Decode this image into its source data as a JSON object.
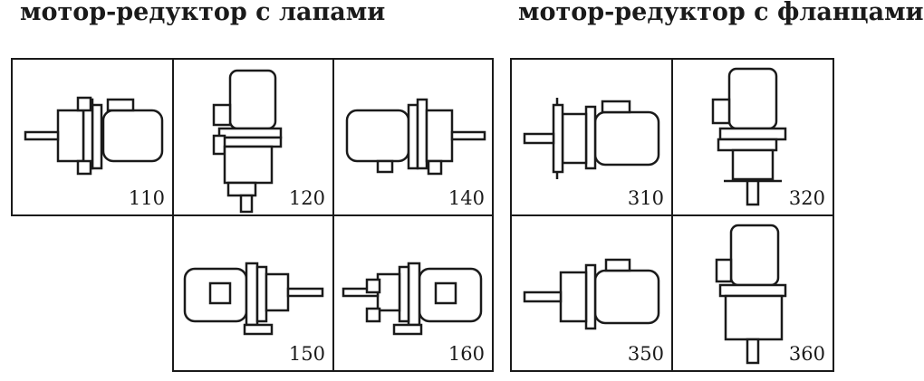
{
  "titles": {
    "paws": "мотор-редуктор с лапами",
    "flanges": "мотор-редуктор с фланцами"
  },
  "groups": [
    {
      "name": "paws",
      "variants": [
        {
          "code": "110",
          "icon": "foot-mount-horizontal-icon"
        },
        {
          "code": "120",
          "icon": "foot-mount-vertical-icon"
        },
        {
          "code": "140",
          "icon": "foot-mount-horizontal-mirrored-icon"
        },
        {
          "code": "150",
          "icon": "foot-mount-motor-left-icon"
        },
        {
          "code": "160",
          "icon": "foot-mount-motor-right-icon"
        }
      ]
    },
    {
      "name": "flanges",
      "variants": [
        {
          "code": "310",
          "icon": "flange-mount-horizontal-icon"
        },
        {
          "code": "320",
          "icon": "flange-mount-vertical-icon"
        },
        {
          "code": "350",
          "icon": "flange-mount-horizontal-plain-icon"
        },
        {
          "code": "360",
          "icon": "flange-mount-vertical-plain-icon"
        }
      ]
    }
  ]
}
